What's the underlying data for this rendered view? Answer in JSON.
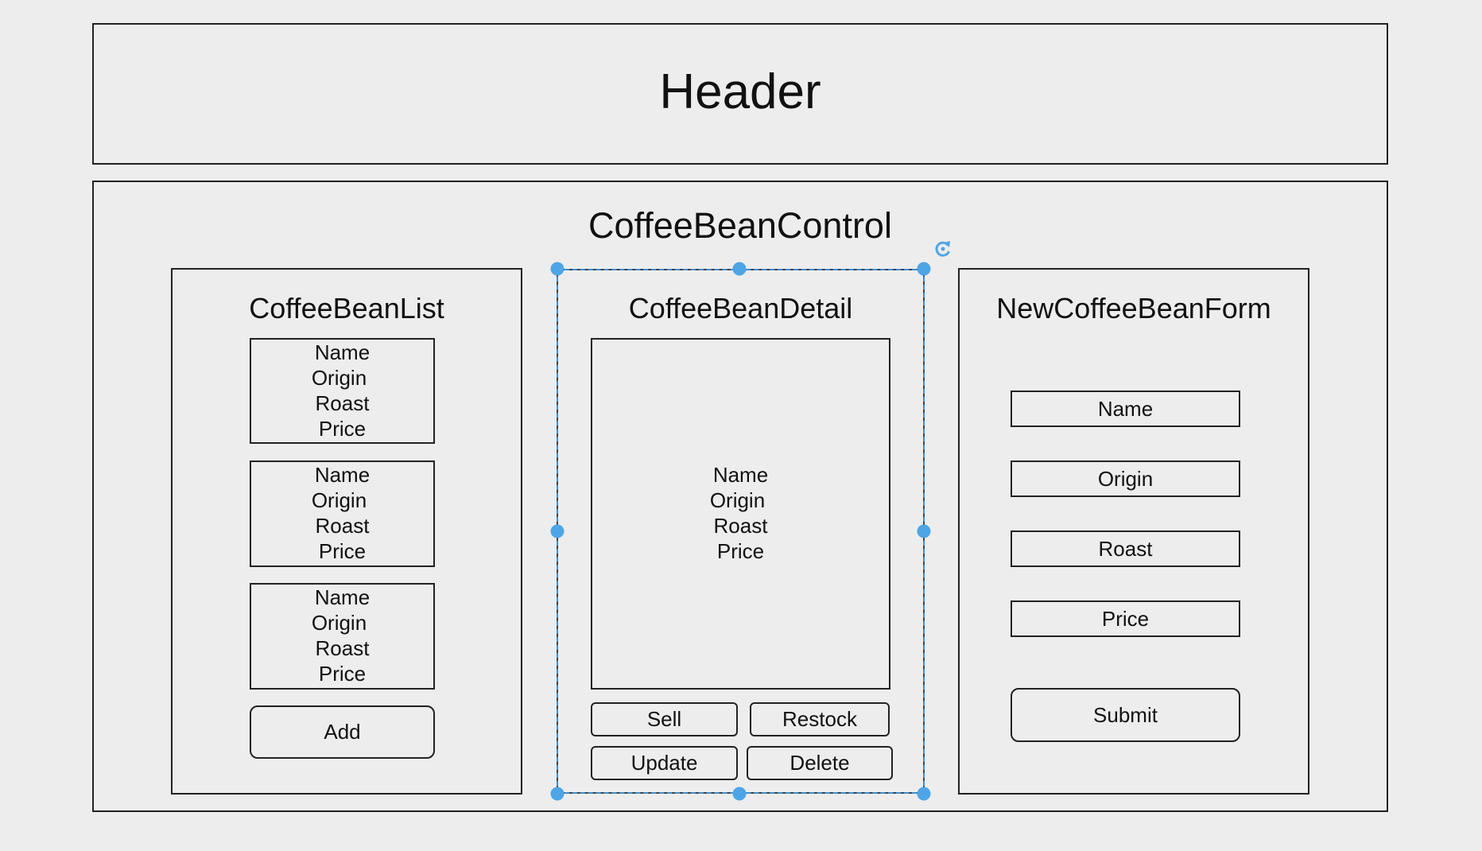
{
  "header": {
    "title": "Header"
  },
  "control": {
    "title": "CoffeeBeanControl"
  },
  "list": {
    "title": "CoffeeBeanList",
    "items": [
      {
        "lines": [
          "Name",
          "Origin",
          "Roast",
          "Price"
        ]
      },
      {
        "lines": [
          "Name",
          "Origin",
          "Roast",
          "Price"
        ]
      },
      {
        "lines": [
          "Name",
          "Origin",
          "Roast",
          "Price"
        ]
      }
    ],
    "add_label": "Add"
  },
  "detail": {
    "title": "CoffeeBeanDetail",
    "lines": [
      "Name",
      "Origin",
      "Roast",
      "Price"
    ],
    "sell_label": "Sell",
    "restock_label": "Restock",
    "update_label": "Update",
    "delete_label": "Delete"
  },
  "form": {
    "title": "NewCoffeeBeanForm",
    "fields": [
      "Name",
      "Origin",
      "Roast",
      "Price"
    ],
    "submit_label": "Submit"
  },
  "colors": {
    "selection": "#4ea5e6",
    "stroke": "#222222",
    "background": "#ededed"
  }
}
